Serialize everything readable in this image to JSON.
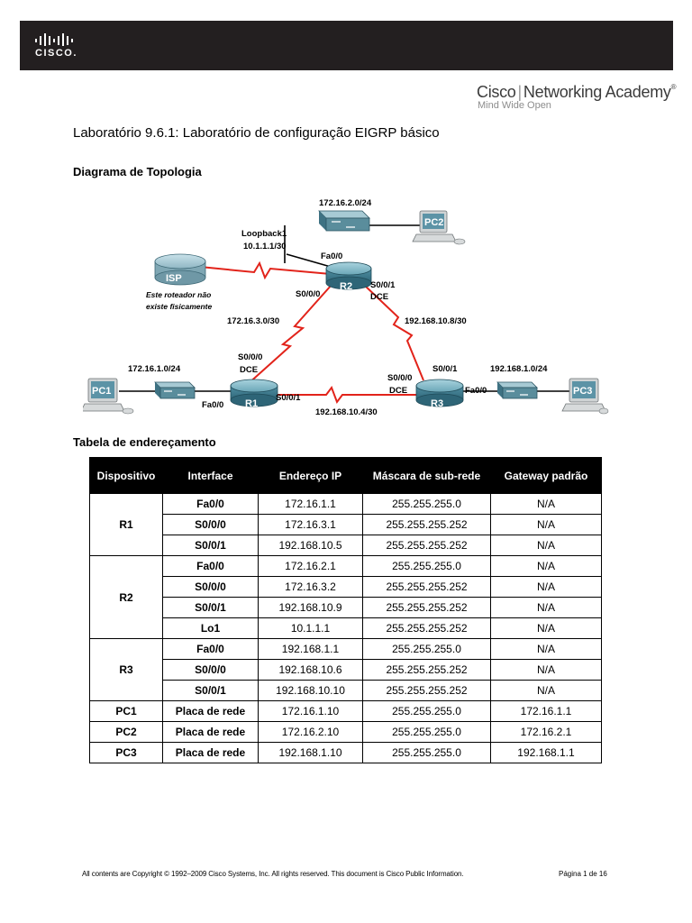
{
  "header": {
    "logo_text": "CISCO.",
    "brand_name_left": "Cisco",
    "brand_name_right": "Networking Academy",
    "brand_tagline": "Mind Wide Open"
  },
  "title": "Laboratório 9.6.1: Laboratório de configuração EIGRP básico",
  "sections": {
    "topology": "Diagrama de Topologia",
    "addressing": "Tabela de endereçamento"
  },
  "diagram": {
    "labels": {
      "lan_r2": "172.16.2.0/24",
      "loopback_name": "Loopback1",
      "loopback_net": "10.1.1.1/30",
      "r2_fa": "Fa0/0",
      "r2_s000": "S0/0/0",
      "r2_s001": "S0/0/1",
      "r2_dce": "DCE",
      "isp_note_1": "Este roteador não",
      "isp_note_2": "existe fisicamente",
      "net_r1_r2": "172.16.3.0/30",
      "net_r2_r3": "192.168.10.8/30",
      "r1_s000": "S0/0/0",
      "r1_dce": "DCE",
      "lan_r1": "172.16.1.0/24",
      "r1_fa": "Fa0/0",
      "r1_s001": "S0/0/1",
      "net_r1_r3": "192.168.10.4/30",
      "r3_s000": "S0/0/0",
      "r3_dce": "DCE",
      "r3_s001": "S0/0/1",
      "lan_r3": "192.168.1.0/24",
      "r3_fa": "Fa0/0"
    },
    "devices": {
      "isp": "ISP",
      "r1": "R1",
      "r2": "R2",
      "r3": "R3",
      "pc1": "PC1",
      "pc2": "PC2",
      "pc3": "PC3"
    },
    "colors": {
      "serial_link": "#e2231a",
      "router_body": "#4f8fa3",
      "router_top": "#8cc1cf",
      "switch_body": "#5a8d9c",
      "pc_screen": "#5c93a6"
    }
  },
  "table": {
    "headers": [
      "Dispositivo",
      "Interface",
      "Endereço IP",
      "Máscara de sub-rede",
      "Gateway padrão"
    ],
    "groups": [
      {
        "device": "R1",
        "rows": [
          [
            "Fa0/0",
            "172.16.1.1",
            "255.255.255.0",
            "N/A"
          ],
          [
            "S0/0/0",
            "172.16.3.1",
            "255.255.255.252",
            "N/A"
          ],
          [
            "S0/0/1",
            "192.168.10.5",
            "255.255.255.252",
            "N/A"
          ]
        ]
      },
      {
        "device": "R2",
        "rows": [
          [
            "Fa0/0",
            "172.16.2.1",
            "255.255.255.0",
            "N/A"
          ],
          [
            "S0/0/0",
            "172.16.3.2",
            "255.255.255.252",
            "N/A"
          ],
          [
            "S0/0/1",
            "192.168.10.9",
            "255.255.255.252",
            "N/A"
          ],
          [
            "Lo1",
            "10.1.1.1",
            "255.255.255.252",
            "N/A"
          ]
        ]
      },
      {
        "device": "R3",
        "rows": [
          [
            "Fa0/0",
            "192.168.1.1",
            "255.255.255.0",
            "N/A"
          ],
          [
            "S0/0/0",
            "192.168.10.6",
            "255.255.255.252",
            "N/A"
          ],
          [
            "S0/0/1",
            "192.168.10.10",
            "255.255.255.252",
            "N/A"
          ]
        ]
      },
      {
        "device": "PC1",
        "rows": [
          [
            "Placa de rede",
            "172.16.1.10",
            "255.255.255.0",
            "172.16.1.1"
          ]
        ]
      },
      {
        "device": "PC2",
        "rows": [
          [
            "Placa de rede",
            "172.16.2.10",
            "255.255.255.0",
            "172.16.2.1"
          ]
        ]
      },
      {
        "device": "PC3",
        "rows": [
          [
            "Placa de rede",
            "192.168.1.10",
            "255.255.255.0",
            "192.168.1.1"
          ]
        ]
      }
    ]
  },
  "footer": {
    "copyright": "All contents are Copyright © 1992–2009 Cisco Systems, Inc. All rights reserved. This document is Cisco Public Information.",
    "page": "Página 1 de 16"
  }
}
